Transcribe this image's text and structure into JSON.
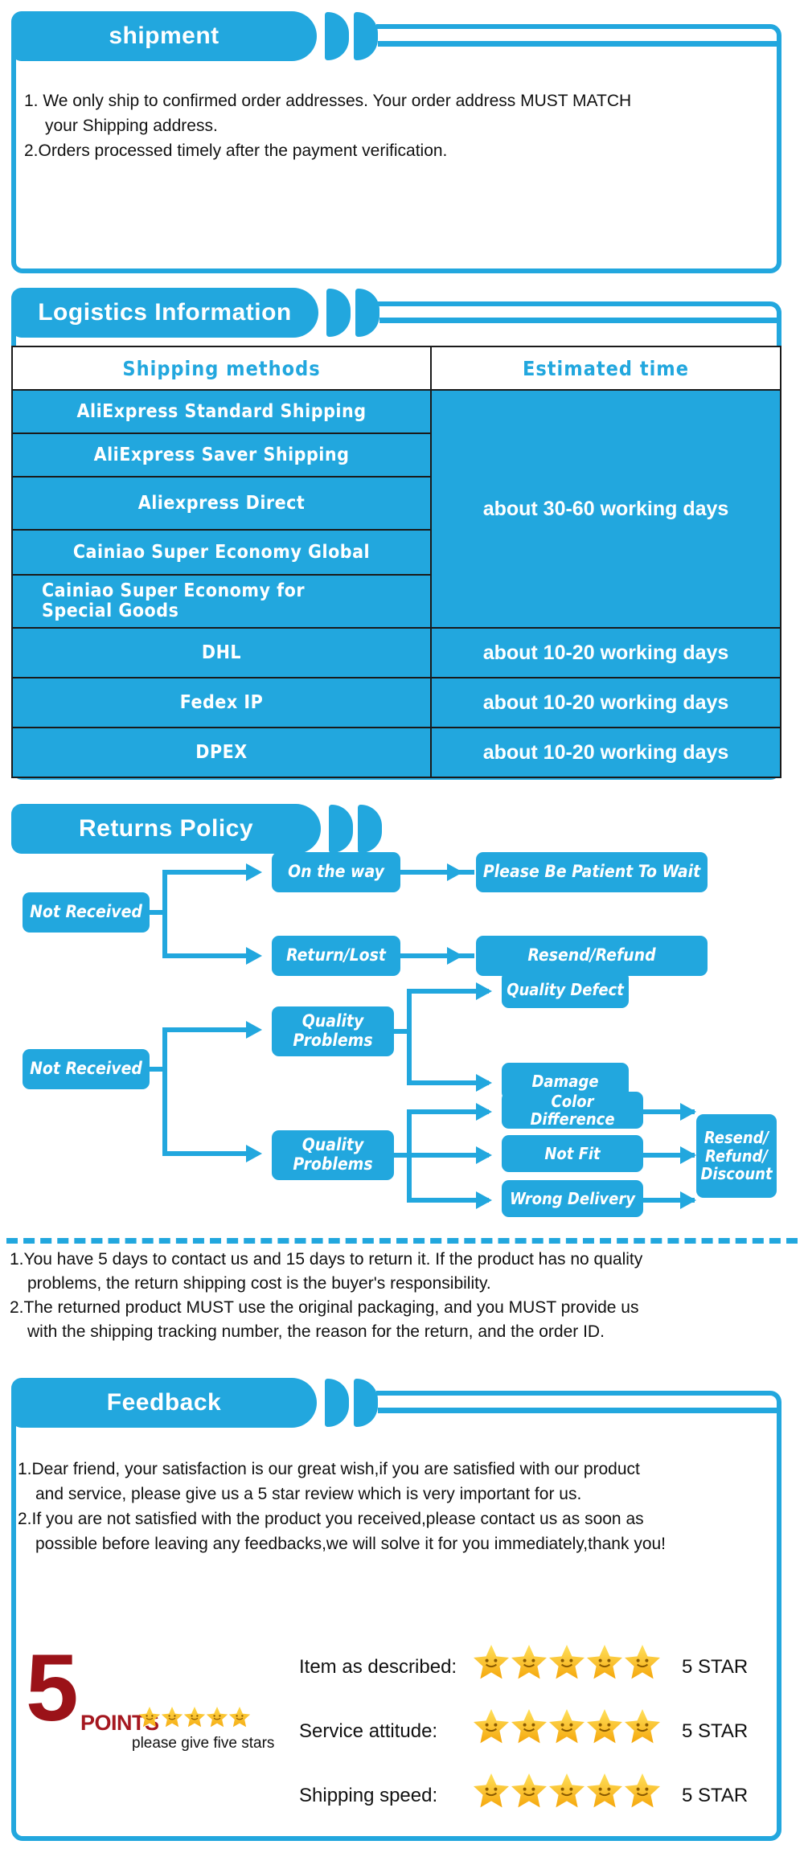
{
  "sections": {
    "shipment": {
      "title": "shipment",
      "items": [
        "1. We only ship to confirmed order addresses. Your order address MUST MATCH",
        "your Shipping address.",
        "2.Orders processed timely after the payment verification."
      ]
    },
    "logistics": {
      "title": "Logistics Information",
      "columns": [
        "Shipping  methods",
        "Estimated  time"
      ],
      "rows": [
        {
          "method": "AliExpress  Standard  Shipping",
          "time": "about 30-60 working days",
          "group": "slow"
        },
        {
          "method": "AliExpress  Saver  Shipping",
          "time": "",
          "group": "slow"
        },
        {
          "method": "Aliexpress  Direct",
          "time": "",
          "group": "slow"
        },
        {
          "method": "Cainiao  Super  Economy  Global",
          "time": "",
          "group": "slow"
        },
        {
          "method": "Cainiao  Super  Economy  for\nSpecial  Goods",
          "time": "",
          "group": "slow"
        },
        {
          "method": "DHL",
          "time": "about 10-20 working days",
          "group": "fast"
        },
        {
          "method": "Fedex  IP",
          "time": "about 10-20 working days",
          "group": "fast"
        },
        {
          "method": "DPEX",
          "time": "about 10-20 working days",
          "group": "fast"
        }
      ]
    },
    "returns": {
      "title": "Returns Policy",
      "flow1": {
        "root": "Not Received",
        "branches": [
          {
            "mid": "On the way",
            "end": "Please Be Patient To Wait"
          },
          {
            "mid": "Return/Lost",
            "end": "Resend/Refund"
          }
        ]
      },
      "flow2": {
        "root": "Not Received",
        "group_a": {
          "mid": "Quality\nProblems",
          "leaves": [
            "Quality Defect",
            "Damage"
          ]
        },
        "group_b": {
          "mid": "Quality\nProblems",
          "leaves": [
            "Color Difference",
            "Not Fit",
            "Wrong Delivery"
          ],
          "end": "Resend/\nRefund/\nDiscount"
        }
      },
      "notes": [
        "1.You have 5 days to contact us and 15 days to return it. If the product has no quality",
        "problems, the return shipping cost is the buyer's responsibility.",
        "2.The returned product MUST use the original packaging, and you MUST provide us",
        "with the shipping tracking number, the reason for the return, and the order ID."
      ]
    },
    "feedback": {
      "title": "Feedback",
      "items": [
        "1.Dear friend, your satisfaction is our great wish,if you are satisfied with our product",
        "and service, please give us a 5 star review which is very important for us.",
        "2.If you are not satisfied with the product you received,please contact us as soon as",
        "possible before leaving any feedbacks,we will solve it for you immediately,thank you!"
      ],
      "badge": {
        "number": "5",
        "word": "POINTS",
        "caption": "please give five stars",
        "stars": 5
      },
      "ratings": [
        {
          "label": "Item as described:",
          "stars": 5,
          "value": "5 STAR"
        },
        {
          "label": "Service attitude:",
          "stars": 5,
          "value": "5 STAR"
        },
        {
          "label": "Shipping speed:",
          "stars": 5,
          "value": "5 STAR"
        }
      ]
    }
  },
  "colors": {
    "brand_blue": "#22a7de",
    "star_gold": "#ffc91c",
    "logo_red": "#9b1218"
  }
}
